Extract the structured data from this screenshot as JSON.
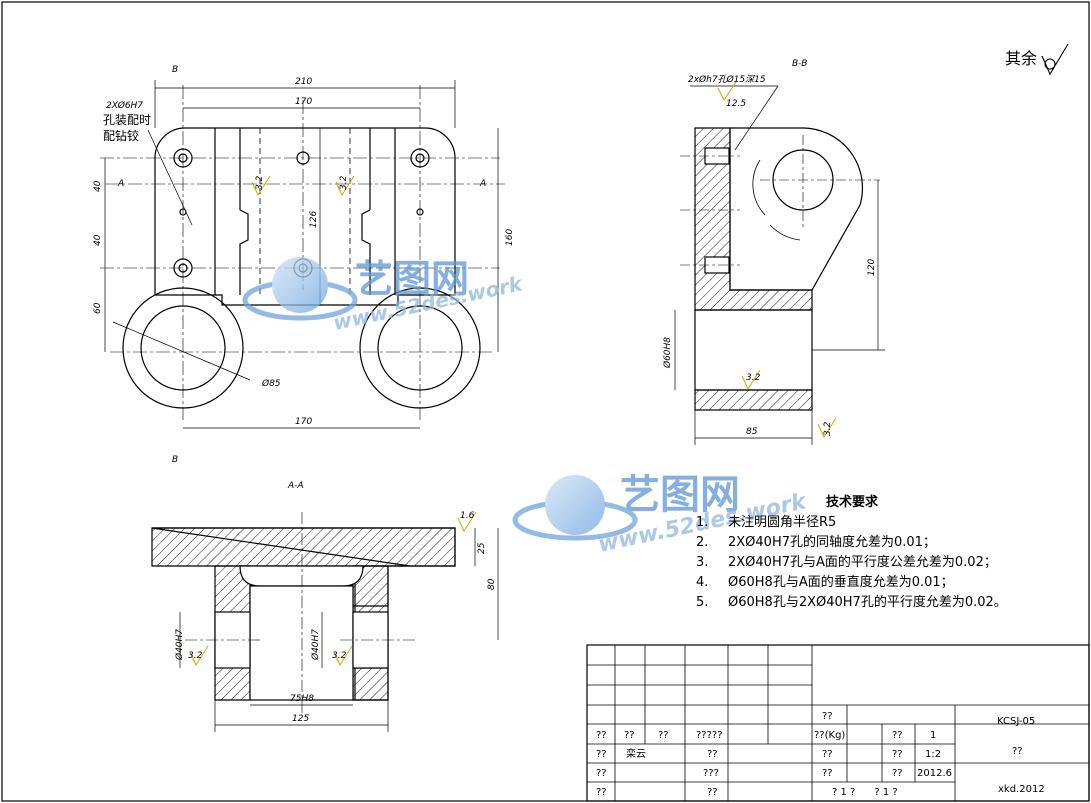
{
  "roughness_corner": {
    "label": "其余",
    "symbol": "roughness-check-symbol"
  },
  "front_view": {
    "section_marks": {
      "top": "B",
      "bottom": "B",
      "left": "A",
      "right": "A"
    },
    "dims": {
      "overall_width": "210",
      "hole_pitch_top": "170",
      "hole_pitch_bottom": "170",
      "left_40_a": "40",
      "left_40_b": "40",
      "left_60": "60",
      "right_160": "160",
      "inner_126": "126",
      "circle_dia": "Ø85"
    },
    "hole_note": [
      "2XØ6H7",
      "孔装配时",
      "配钻铰"
    ],
    "roughness": [
      "3.2",
      "3.2"
    ]
  },
  "side_view": {
    "title": "B-B",
    "hole_note": "2xØh7孔Ø15深15",
    "roughness_top": "12.5",
    "dims": {
      "height_120": "120",
      "bore": "Ø60H8",
      "width_85": "85"
    },
    "roughness": [
      "3.2",
      "3.2"
    ]
  },
  "section_view": {
    "title": "A-A",
    "dims": {
      "top_25": "25",
      "height_80": "80",
      "bore_left": "Ø40H7",
      "bore_center": "Ø40H7",
      "inner_75": "75H8",
      "outer_125": "125"
    },
    "roughness": [
      "1.6",
      "3.2",
      "3.2"
    ]
  },
  "tech_requirements": {
    "title": "技术要求",
    "items": [
      {
        "num": "1.",
        "text": "未注明圆角半径R5"
      },
      {
        "num": "2.",
        "text": "2XØ40H7孔的同轴度允差为0.01；"
      },
      {
        "num": "3.",
        "text": "2XØ40H7孔与A面的平行度公差允差为0.02；"
      },
      {
        "num": "4.",
        "text": "Ø60H8孔与A面的垂直度允差为0.01；"
      },
      {
        "num": "5.",
        "text": "Ø60H8孔与2XØ40H7孔的平行度允差为0.02。"
      }
    ]
  },
  "watermark": {
    "brand": "艺图网",
    "url": "www.52des.work"
  },
  "title_block": {
    "drawing_no": "KCSJ-05",
    "part_name": "??",
    "organization": "xkd.2012",
    "label_qq": "??",
    "label_row4": [
      "??",
      "??",
      "??",
      "?????"
    ],
    "label_row5": [
      "??",
      "栾云",
      "??"
    ],
    "label_row6": [
      "??",
      "???"
    ],
    "label_row7": [
      "??",
      "??"
    ],
    "weight_label": "??(Kg)",
    "count_label": "??",
    "count_value": "1",
    "scale_label": "??",
    "scale_value": "1:2",
    "date_label": "??",
    "date_value": "2012.6",
    "mid_label_a": "??",
    "mid_label_b": "??",
    "sheet_info": "? 1 ?      ? 1 ?"
  }
}
